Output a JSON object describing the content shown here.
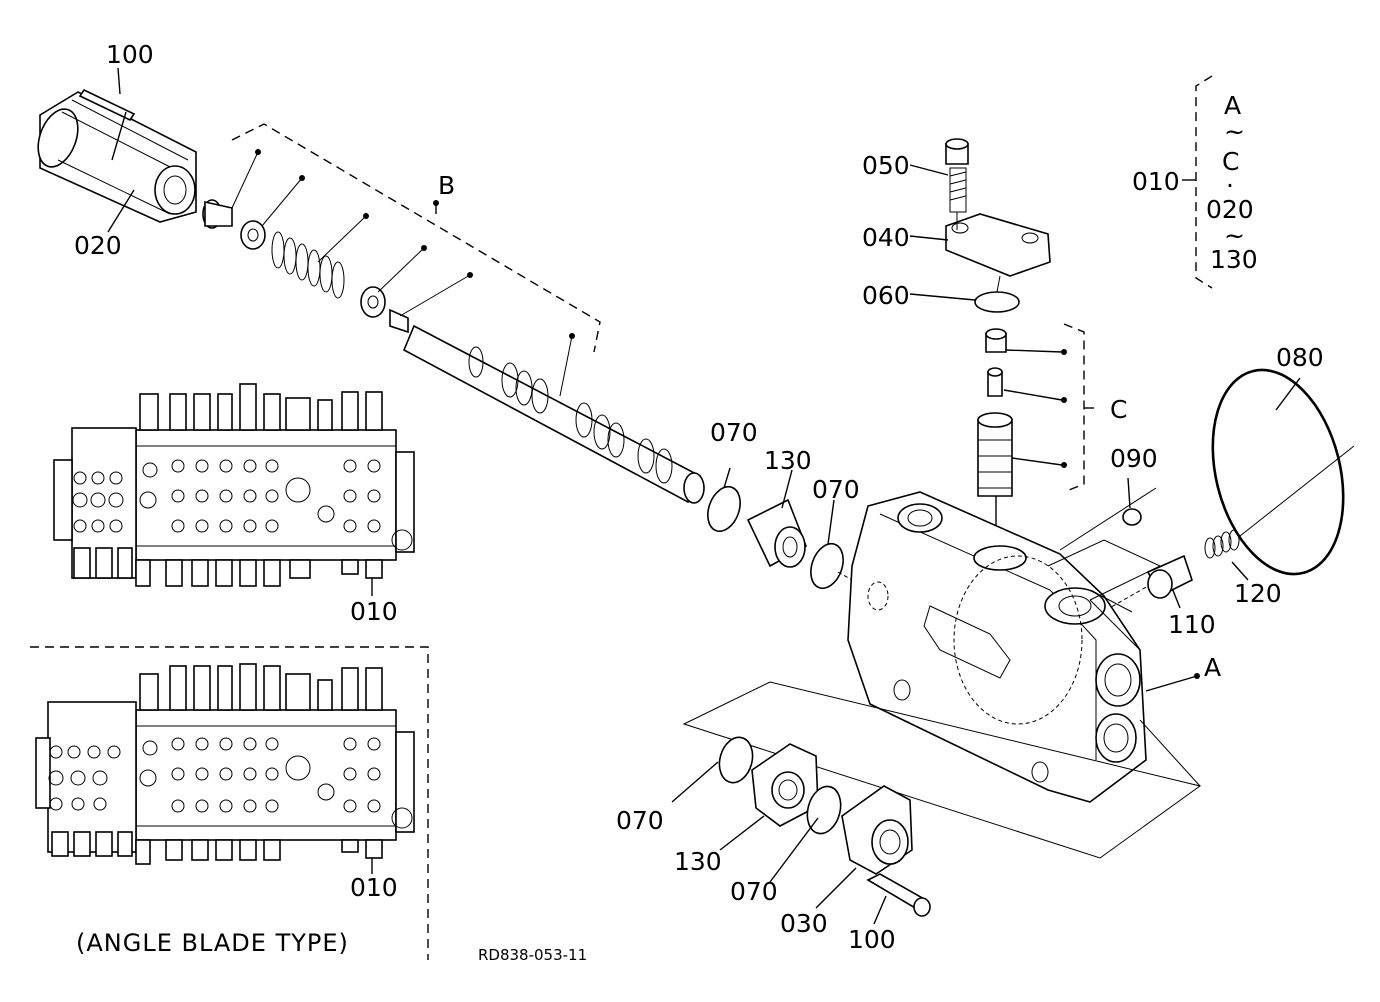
{
  "diagram_code": "RD838-053-11",
  "caption_angle_blade": "(ANGLE BLADE TYPE)",
  "groups": {
    "b": "B",
    "c": "C",
    "a": "A"
  },
  "bracket_note": {
    "ref": "010",
    "lines": [
      "A",
      "~",
      "C",
      "·",
      "020",
      "~",
      "130"
    ]
  },
  "callouts": {
    "p100_top": "100",
    "p020": "020",
    "p050": "050",
    "p040": "040",
    "p060": "060",
    "p080": "080",
    "p070_a": "070",
    "p130_a": "130",
    "p070_b": "070",
    "p090": "090",
    "p110": "110",
    "p120": "120",
    "p010_top": "010",
    "p010_bottom": "010",
    "p070_c": "070",
    "p130_b": "130",
    "p070_d": "070",
    "p030": "030",
    "p100_bottom": "100"
  }
}
